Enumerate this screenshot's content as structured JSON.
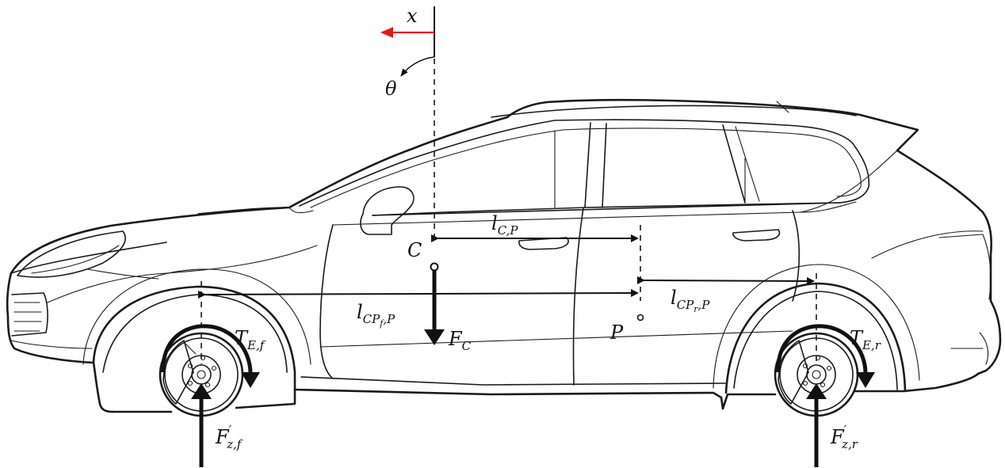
{
  "labels": {
    "x": {
      "main": "x"
    },
    "theta": {
      "main": "θ"
    },
    "C": {
      "main": "C"
    },
    "P": {
      "main": "P"
    },
    "l_CP": {
      "main": "l",
      "sub": "C,P"
    },
    "l_CPf_P": {
      "main": "l",
      "sub": "CP",
      "subsub": "f",
      "tail": ",P"
    },
    "l_CPr_P": {
      "main": "l",
      "sub": "CP",
      "subsub": "r",
      "tail": ",P"
    },
    "F_C": {
      "main": "F",
      "sub": "C"
    },
    "T_Ef": {
      "main": "T",
      "sub": "E,f"
    },
    "T_Er": {
      "main": "T",
      "sub": "E,r"
    },
    "F_zf": {
      "main": "F",
      "sup": "′",
      "sub": "z,f"
    },
    "F_zr": {
      "main": "F",
      "sup": "′",
      "sub": "z,r"
    }
  },
  "colors": {
    "x_axis_arrow": "#e01b1b",
    "lines": "#111111"
  }
}
